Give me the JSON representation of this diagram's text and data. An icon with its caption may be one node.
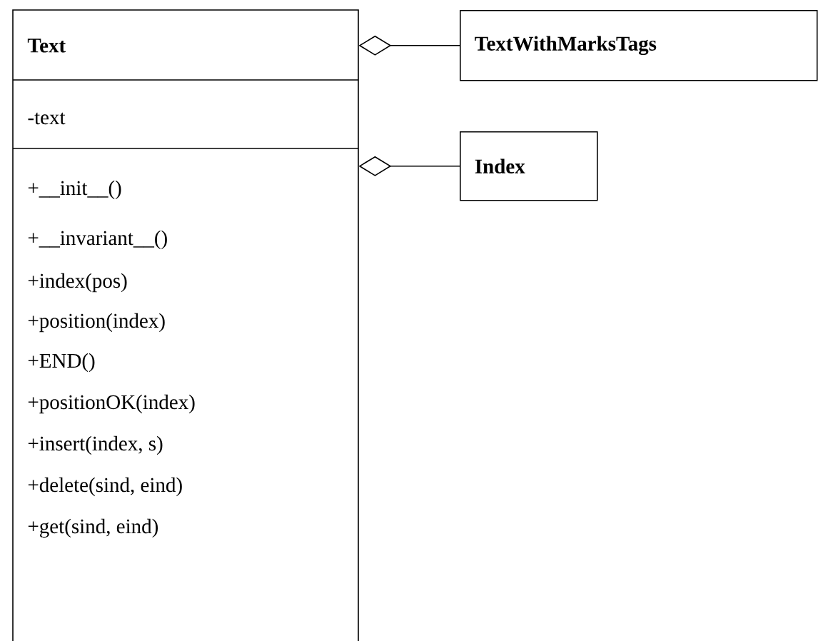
{
  "diagram": {
    "nodes": [
      {
        "text": [
          "Text",
          "-text",
          "+__init__()",
          "+__invariant__()",
          "+index(pos)",
          "+position(index)",
          "+END()",
          "+positionOK(index)",
          "+insert(index, s)",
          "+delete(sind, eind)",
          "+get(sind, eind)"
        ]
      },
      {
        "text": [
          "TextWithMarksTags"
        ]
      },
      {
        "text": [
          "Index"
        ]
      }
    ],
    "edges": [
      {
        "from": 0,
        "to": 1,
        "arrow": "other"
      },
      {
        "from": 0,
        "to": 2,
        "arrow": "other"
      }
    ]
  }
}
